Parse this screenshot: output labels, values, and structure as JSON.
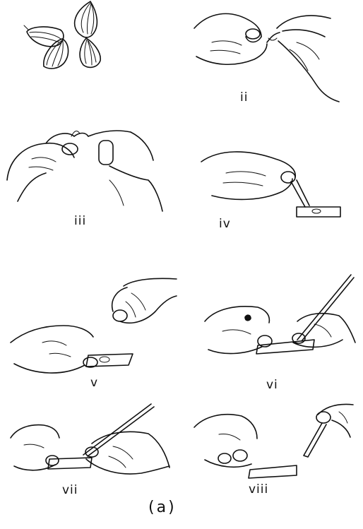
{
  "figure": {
    "caption": "(a)",
    "panels": [
      {
        "id": "i",
        "label": "",
        "subject": "onion-bulbs"
      },
      {
        "id": "ii",
        "label": "ii",
        "subject": "peeling-scale-leaf"
      },
      {
        "id": "iii",
        "label": "iii",
        "subject": "tearing-epidermis"
      },
      {
        "id": "iv",
        "label": "iv",
        "subject": "placing-peel-on-slide"
      },
      {
        "id": "v",
        "label": "v",
        "subject": "adding-drop-to-slide"
      },
      {
        "id": "vi",
        "label": "vi",
        "subject": "spreading-with-needle"
      },
      {
        "id": "vii",
        "label": "vii",
        "subject": "lowering-coverslip"
      },
      {
        "id": "viii",
        "label": "viii",
        "subject": "removing-excess-with-blotting-paper"
      }
    ]
  }
}
